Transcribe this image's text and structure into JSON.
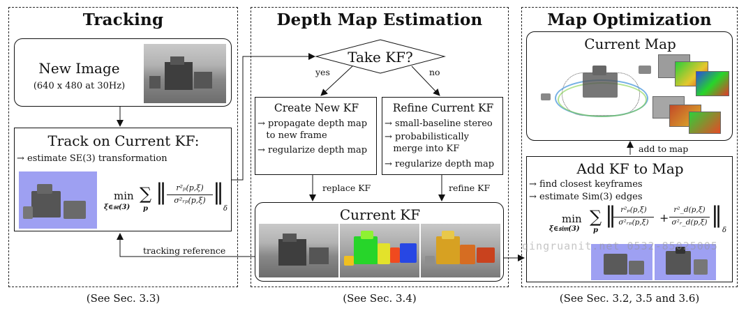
{
  "sections": {
    "tracking": {
      "title": "Tracking",
      "caption": "(See Sec. 3.3)"
    },
    "depth": {
      "title": "Depth Map Estimation",
      "caption": "(See Sec. 3.4)"
    },
    "mapopt": {
      "title": "Map Optimization",
      "caption": "(See Sec. 3.2, 3.5 and 3.6)"
    }
  },
  "tracking": {
    "new_image_title": "New Image",
    "new_image_sub": "(640 x 480 at 30Hz)",
    "track_title": "Track on Current KF:",
    "track_line": "→ estimate SE(3) transformation",
    "track_formula": {
      "min": "min",
      "min_sub": "ξ∈𝔰𝔢(3)",
      "sum_sub": "p",
      "num": "r²ₚ(p,ξ)",
      "den": "σ²ᵣₚ(p,ξ)",
      "norm_sub": "δ"
    },
    "tracking_reference_label": "tracking reference"
  },
  "depth": {
    "decision": "Take KF?",
    "yes_label": "yes",
    "no_label": "no",
    "create_title": "Create New KF",
    "create_lines": [
      "→ propagate depth map",
      "   to new frame",
      "→ regularize depth map"
    ],
    "refine_title": "Refine Current KF",
    "refine_lines": [
      "→ small-baseline stereo",
      "→ probabilistically",
      "   merge into KF",
      "→ regularize depth map"
    ],
    "replace_label": "replace KF",
    "refine_label": "refine KF",
    "current_kf_title": "Current KF"
  },
  "mapopt": {
    "current_map_title": "Current Map",
    "add_to_map_label": "add to map",
    "add_kf_title": "Add KF to Map",
    "add_kf_lines": [
      "→ find closest keyframes",
      "→ estimate Sim(3) edges"
    ],
    "formula": {
      "min": "min",
      "min_sub": "ξ∈𝔰𝔦𝔪(3)",
      "sum_sub": "p",
      "num1": "r²ₚ(p,ξ)",
      "den1": "σ²ᵣₚ(p,ξ)",
      "plus": "+",
      "num2": "r²_d(p,ξ)",
      "den2": "σ²ᵣ_d(p,ξ)",
      "norm_sub": "δ"
    }
  },
  "watermark": "qingruanit.net 0532-85025005",
  "colors": {
    "depth_background": "#9ea0f2",
    "border": "#111111"
  }
}
